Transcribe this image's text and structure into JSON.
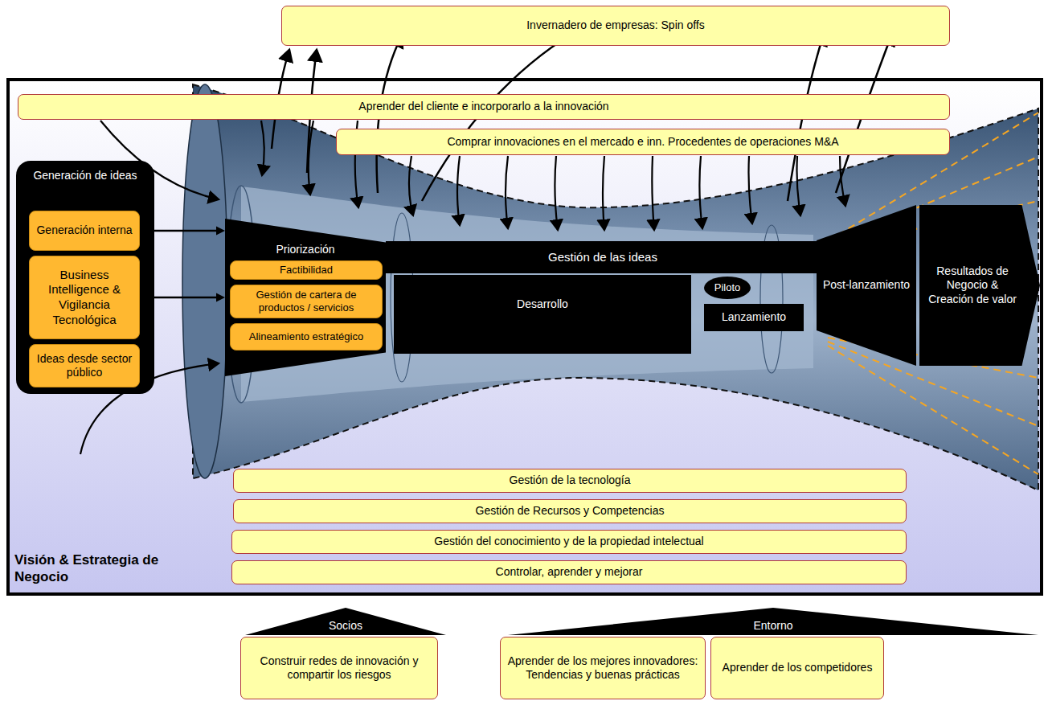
{
  "diagram": {
    "nodes": [
      {
        "text": [
          "Invernadero de empresas: Spin offs"
        ]
      },
      {
        "text": [
          "Visión & Estrategia de Negocio"
        ]
      },
      {
        "text": [
          "Aprender del cliente e incorporarlo a la innovación"
        ],
        "in": 1
      },
      {
        "text": [
          "Comprar innovaciones en el mercado e inn. Procedentes de operaciones M&A"
        ],
        "in": 1
      },
      {
        "text": [
          "Generación de ideas"
        ],
        "in": 1
      },
      {
        "text": [
          "Generación interna"
        ],
        "in": 4
      },
      {
        "text": [
          "Business Intelligence & Vigilancia Tecnológica"
        ],
        "in": 4
      },
      {
        "text": [
          "Ideas desde sector público"
        ],
        "in": 4
      },
      {
        "text": [
          "Priorización"
        ],
        "in": 1
      },
      {
        "text": [
          "Factibilidad"
        ],
        "in": 8
      },
      {
        "text": [
          "Gestión de cartera de productos / servicios"
        ],
        "in": 8
      },
      {
        "text": [
          "Alineamiento estratégico"
        ],
        "in": 8
      },
      {
        "text": [
          "Gestión de las ideas"
        ],
        "in": 1
      },
      {
        "text": [
          "Desarrollo"
        ],
        "in": 1
      },
      {
        "text": [
          "Piloto"
        ],
        "in": 1
      },
      {
        "text": [
          "Lanzamiento"
        ],
        "in": 1
      },
      {
        "text": [
          "Post-lanzamiento"
        ],
        "in": 1
      },
      {
        "text": [
          "Resultados de Negocio & Creación de valor"
        ],
        "in": 1
      },
      {
        "text": [
          "Gestión de la tecnología"
        ],
        "in": 1
      },
      {
        "text": [
          "Gestión de Recursos y Competencias"
        ],
        "in": 1
      },
      {
        "text": [
          "Gestión del conocimiento y de la propiedad intelectual"
        ],
        "in": 1
      },
      {
        "text": [
          "Controlar, aprender y mejorar"
        ],
        "in": 1
      },
      {
        "text": [
          "Socios"
        ]
      },
      {
        "text": [
          "Construir redes de innovación y compartir los riesgos"
        ]
      },
      {
        "text": [
          "Entorno"
        ]
      },
      {
        "text": [
          "Aprender de los mejores innovadores: Tendencias y buenas prácticas"
        ]
      },
      {
        "text": [
          "Aprender de los competidores"
        ]
      }
    ],
    "edges": [
      {
        "from": 5,
        "to": 8,
        "arrow": "to"
      },
      {
        "from": 6,
        "to": 8,
        "arrow": "to"
      }
    ]
  }
}
